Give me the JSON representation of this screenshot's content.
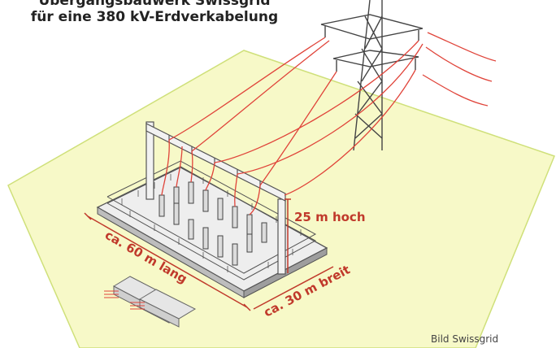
{
  "title": {
    "line1": "Übergangsbauwerk Swissgrid",
    "line2": "für eine 380 kV-Erdverkabelung"
  },
  "labels": {
    "height": "25 m hoch",
    "length": "ca. 60 m lang",
    "width": "ca. 30 m breit"
  },
  "credit": "Bild Swissgrid",
  "colors": {
    "ground": "#f7f9c8",
    "ground_edge": "#cfe07a",
    "dimension": "#c0392b",
    "cable": "#e0443a",
    "structure": "#555555"
  }
}
